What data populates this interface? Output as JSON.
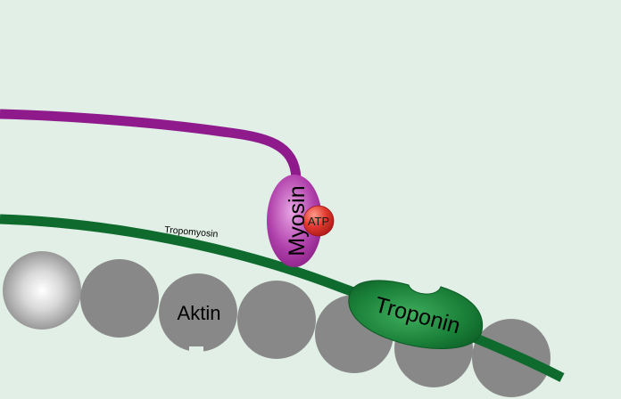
{
  "diagram": {
    "labels": {
      "myosin": "Myosin",
      "atp": "ATP",
      "tropomyosin": "Tropomyosin",
      "actin": "Aktin",
      "troponin": "Troponin"
    },
    "colors": {
      "background": "#e1efe6",
      "myosin": "#8e1a8c",
      "myosin_head": "#9b2a97",
      "tropomyosin": "#0f6a2e",
      "troponin": "#137a35",
      "actin": "#858585",
      "atp": "#d42a2a"
    }
  }
}
